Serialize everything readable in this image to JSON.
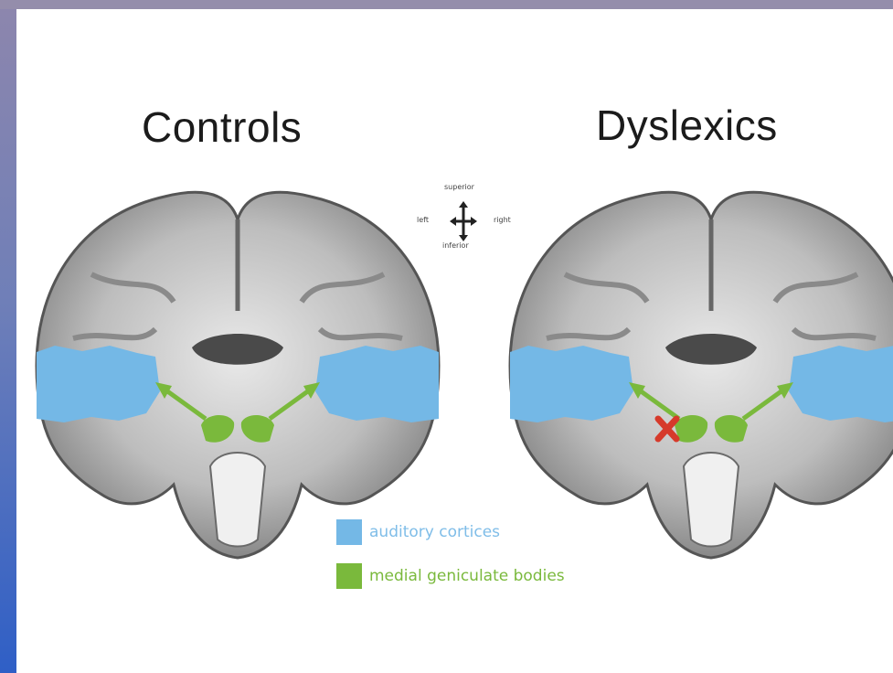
{
  "titles": {
    "left": "Controls",
    "right": "Dyslexics"
  },
  "orientation": {
    "superior": "superior",
    "left": "left",
    "right": "right",
    "inferior": "inferior"
  },
  "legend": [
    {
      "label": "auditory cortices",
      "color": "#74b8e6"
    },
    {
      "label": "medial geniculate bodies",
      "color": "#7ab93c"
    }
  ],
  "colors": {
    "auditory": "#74b8e6",
    "mgb": "#7ab93c",
    "lesion": "#d63a2b"
  }
}
